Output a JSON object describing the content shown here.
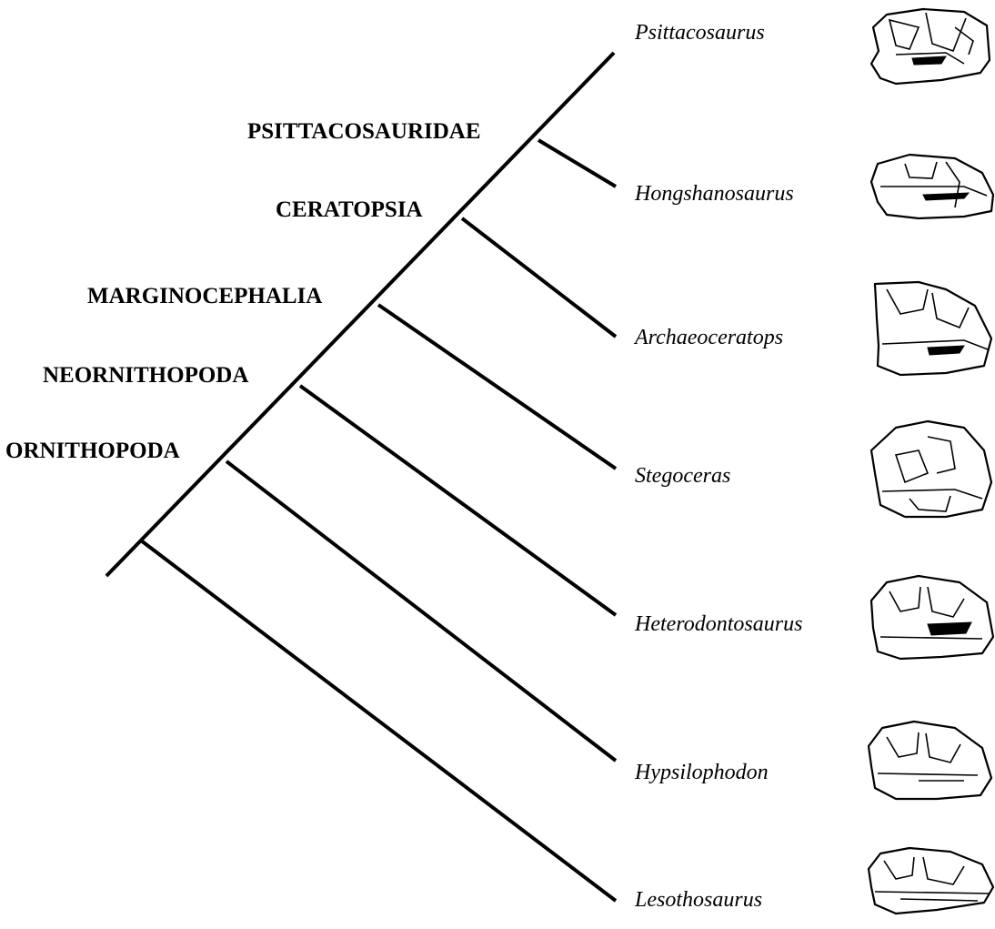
{
  "clades": [
    {
      "id": "psittacosauridae",
      "label": "PSITTACOSAURIDAE"
    },
    {
      "id": "ceratopsia",
      "label": "CERATOPSIA"
    },
    {
      "id": "marginocephalia",
      "label": "MARGINOCEPHALIA"
    },
    {
      "id": "neornithopoda",
      "label": "NEORNITHOPODA"
    },
    {
      "id": "ornithopoda",
      "label": "ORNITHOPODA"
    }
  ],
  "taxa": [
    {
      "id": "psittacosaurus",
      "name": "Psittacosaurus",
      "icon": "psittacosaurus-skull-icon"
    },
    {
      "id": "hongshanosaurus",
      "name": "Hongshanosaurus",
      "icon": "hongshanosaurus-skull-icon"
    },
    {
      "id": "archaeoceratops",
      "name": "Archaeoceratops",
      "icon": "archaeoceratops-skull-icon"
    },
    {
      "id": "stegoceras",
      "name": "Stegoceras",
      "icon": "stegoceras-skull-icon"
    },
    {
      "id": "heterodontosaurus",
      "name": "Heterodontosaurus",
      "icon": "heterodontosaurus-skull-icon"
    },
    {
      "id": "hypsilophodon",
      "name": "Hypsilophodon",
      "icon": "hypsilophodon-skull-icon"
    },
    {
      "id": "lesothosaurus",
      "name": "Lesothosaurus",
      "icon": "lesothosaurus-skull-icon"
    }
  ],
  "colors": {
    "line": "#000000",
    "background": "#ffffff"
  }
}
